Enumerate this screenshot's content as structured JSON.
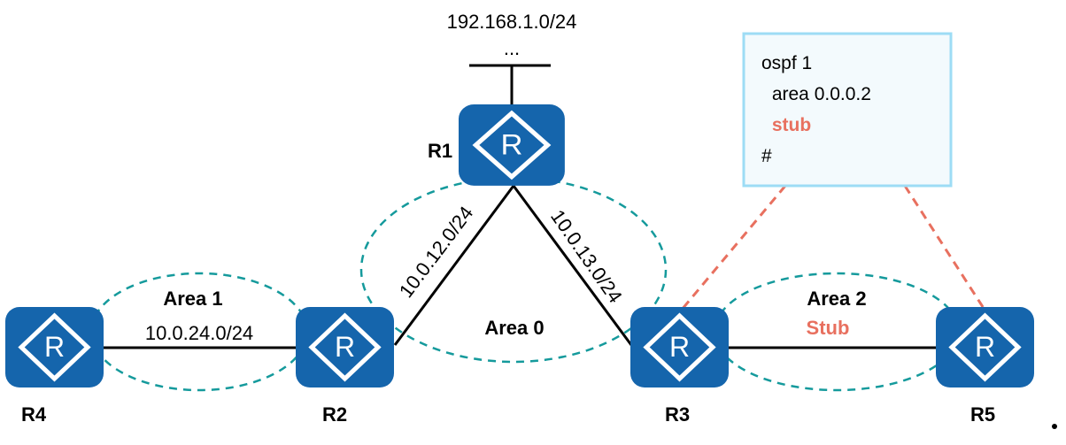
{
  "colors": {
    "router": "#1565ac",
    "area_outline": "#159a9c",
    "stub_highlight": "#e8705f",
    "config_border": "#9ddcf5",
    "config_bg": "#f3fafd"
  },
  "top_network": {
    "subnet": "192.168.1.0/24",
    "ellipsis": "..."
  },
  "routers": [
    {
      "name": "R1",
      "icon": "router-icon"
    },
    {
      "name": "R2",
      "icon": "router-icon"
    },
    {
      "name": "R3",
      "icon": "router-icon"
    },
    {
      "name": "R4",
      "icon": "router-icon"
    },
    {
      "name": "R5",
      "icon": "router-icon"
    }
  ],
  "links": {
    "r1_r2": "10.0.12.0/24",
    "r1_r3": "10.0.13.0/24",
    "r4_r2": "10.0.24.0/24"
  },
  "areas": {
    "area0": "Area 0",
    "area1": "Area 1",
    "area2": "Area 2",
    "area2_type": "Stub"
  },
  "config": {
    "lines": [
      "ospf 1",
      " area 0.0.0.2",
      " stub",
      "#"
    ]
  }
}
